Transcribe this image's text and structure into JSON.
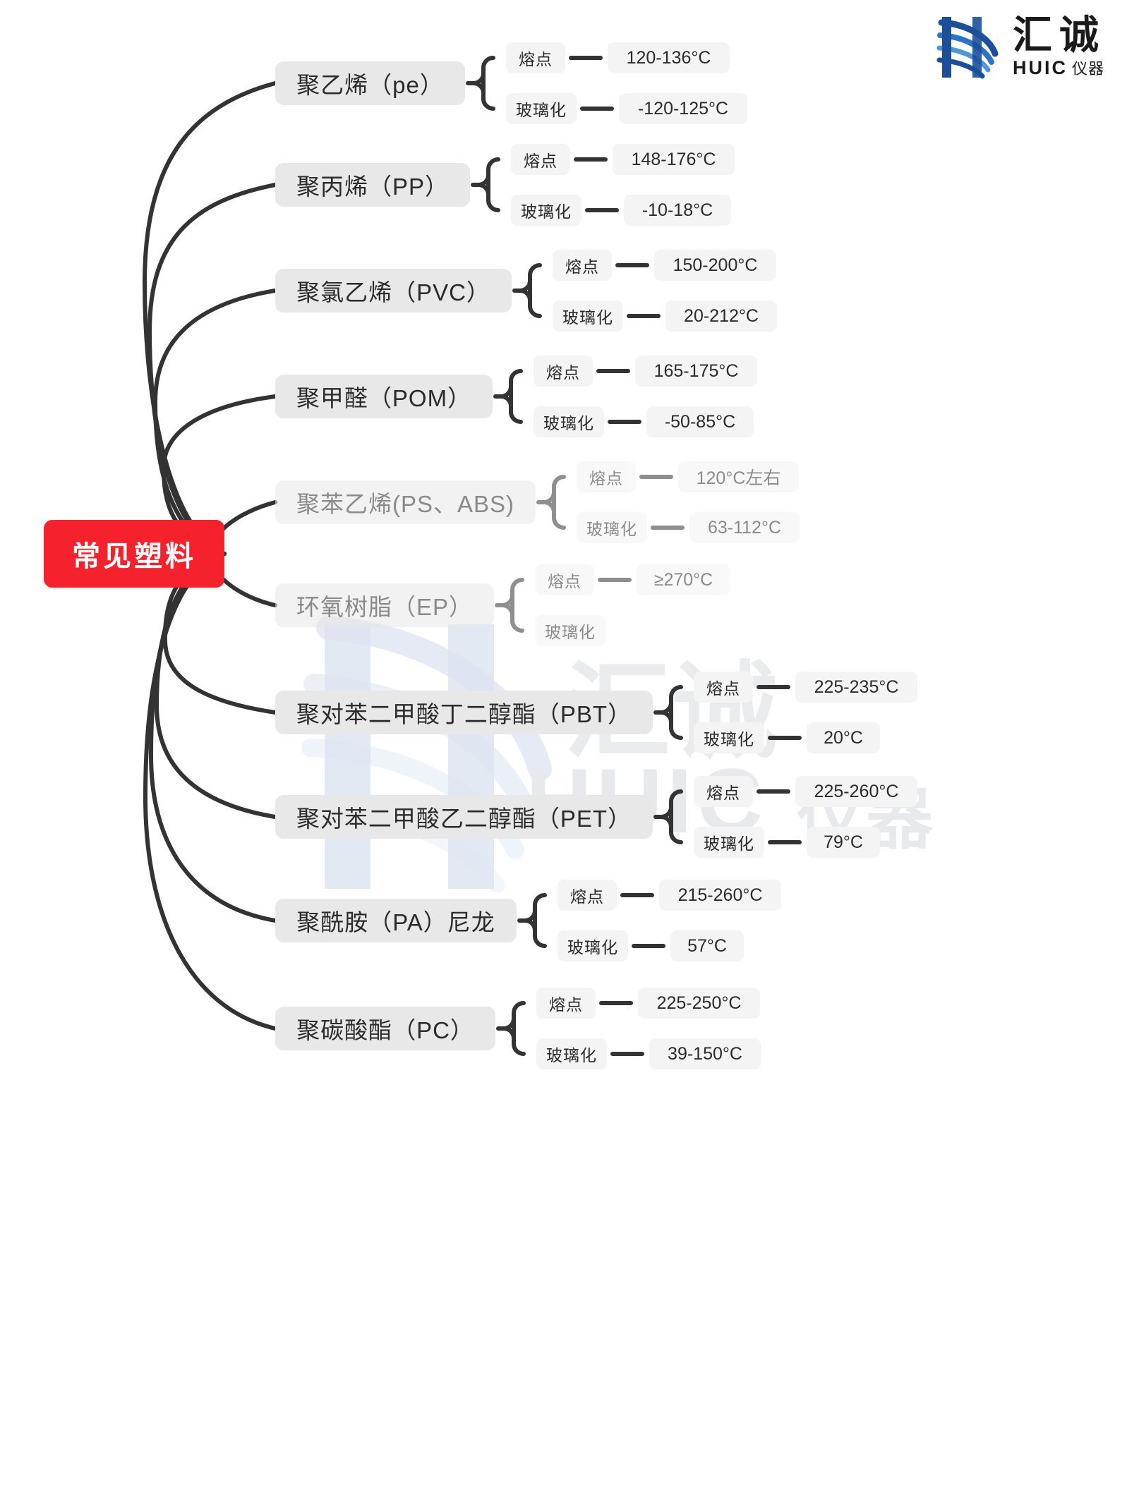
{
  "root": {
    "label": "常见塑料",
    "color": "#F5222D"
  },
  "logo": {
    "cn": "汇诚",
    "en": "HUIC",
    "en_sub": "仪器",
    "brand_blue": "#1B4F9C"
  },
  "watermark": {
    "line1": "汇诚",
    "line2": "HUIC",
    "line3": "仪器"
  },
  "labels": {
    "melting": "熔点",
    "glass": "玻璃化"
  },
  "branches": [
    {
      "name": "聚乙烯（pe）",
      "melting": "120-136°C",
      "glass": "-120-125°C",
      "faded": false
    },
    {
      "name": "聚丙烯（PP）",
      "melting": "148-176°C",
      "glass": "-10-18°C",
      "faded": false
    },
    {
      "name": "聚氯乙烯（PVC）",
      "melting": "150-200°C",
      "glass": "20-212°C",
      "faded": false
    },
    {
      "name": "聚甲醛（POM）",
      "melting": "165-175°C",
      "glass": "-50-85°C",
      "faded": false
    },
    {
      "name": "聚苯乙烯(PS、ABS)",
      "melting": "120°C左右",
      "glass": "63-112°C",
      "faded": true
    },
    {
      "name": "环氧树脂（EP）",
      "melting": "≥270°C",
      "glass": "",
      "faded": true
    },
    {
      "name": "聚对苯二甲酸丁二醇酯（PBT）",
      "melting": "225-235°C",
      "glass": "20°C",
      "faded": false
    },
    {
      "name": "聚对苯二甲酸乙二醇酯（PET）",
      "melting": "225-260°C",
      "glass": "79°C",
      "faded": false
    },
    {
      "name": "聚酰胺（PA）尼龙",
      "melting": "215-260°C",
      "glass": "57°C",
      "faded": false
    },
    {
      "name": "聚碳酸酯（PC）",
      "melting": "225-250°C",
      "glass": "39-150°C",
      "faded": false
    }
  ]
}
